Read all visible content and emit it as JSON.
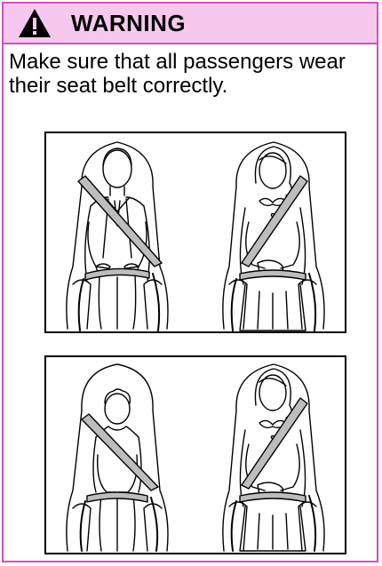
{
  "header": {
    "title": "WARNING",
    "icon": "warning-triangle-icon",
    "background": "#f6c8ee",
    "border": "#d64fc2"
  },
  "message": "Make sure that all passengers wear their seat belt correctly.",
  "illustrations": [
    {
      "left_figure": "adult-man-seated",
      "right_figure": "adult-woman-seated"
    },
    {
      "left_figure": "child-seated",
      "right_figure": "adult-woman-seated"
    }
  ]
}
